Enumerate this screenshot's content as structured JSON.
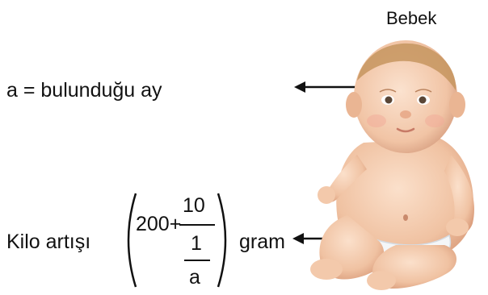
{
  "label_title": "Bebek",
  "definition": "a = bulunduğu ay",
  "formula": {
    "prefix": "Kilo artışı",
    "constant": "200+",
    "numerator": "10",
    "inner_numerator": "1",
    "inner_denominator": "a",
    "unit": "gram"
  },
  "colors": {
    "text": "#111111",
    "skin": "#f2c7a8",
    "diaper": "#f4f6f8"
  }
}
